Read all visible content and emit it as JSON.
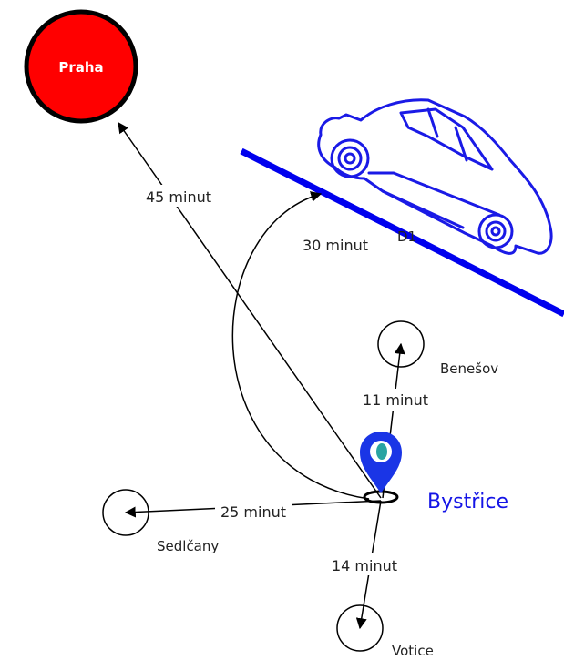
{
  "title": "",
  "center": {
    "name": "Bystřice",
    "color": "#1414e6"
  },
  "highway": {
    "label": "D1",
    "color": "#0000ee"
  },
  "destinations": [
    {
      "id": "praha",
      "name": "Praha",
      "time": "45 minut",
      "fill": "#ff0000"
    },
    {
      "id": "benesov",
      "name": "Benešov",
      "time": "11 minut"
    },
    {
      "id": "sedlcany",
      "name": "Sedlčany",
      "time": "25 minut"
    },
    {
      "id": "votice",
      "name": "Votice",
      "time": "14 minut"
    }
  ],
  "to_highway": {
    "time": "30 minut"
  },
  "icons": [
    "location-pin-icon",
    "car-icon"
  ],
  "colors": {
    "pin": "#1a35e6",
    "pin_dot": "#29a3a3",
    "car": "#1a1ae6",
    "arrows": "#000000"
  }
}
